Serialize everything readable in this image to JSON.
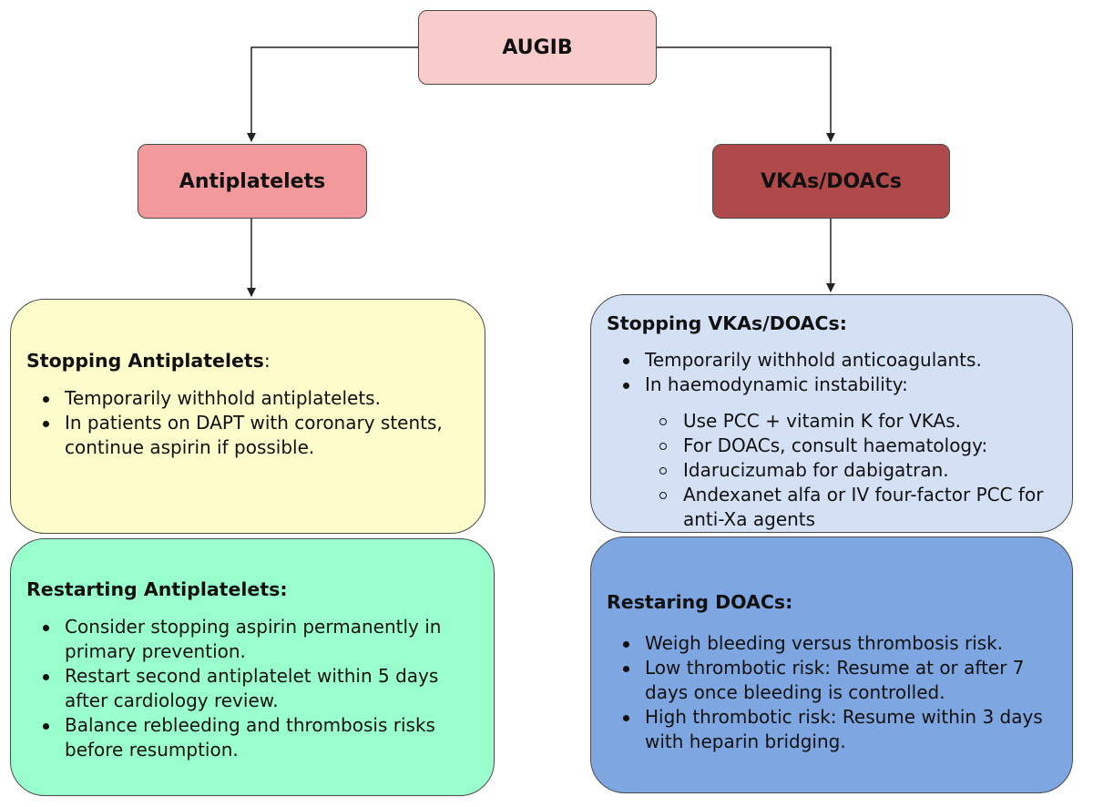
{
  "root": {
    "label": "AUGIB"
  },
  "antiplatelets": {
    "label": "Antiplatelets",
    "stopping": {
      "title": "Stopping Antiplatelets",
      "title_suffix": ":",
      "items": [
        "Temporarily withhold antiplatelets.",
        "In patients on DAPT with coronary stents, continue aspirin if possible."
      ]
    },
    "restarting": {
      "title": "Restarting Antiplatelets:",
      "items": [
        "Consider stopping aspirin permanently in primary prevention.",
        "Restart second antiplatelet within 5 days after cardiology review.",
        "Balance rebleeding and thrombosis risks before resumption."
      ]
    }
  },
  "anticoagulants": {
    "label": "VKAs/DOACs",
    "stopping": {
      "title": "Stopping VKAs/DOACs:",
      "items": [
        "Temporarily withhold anticoagulants.",
        "In haemodynamic instability:"
      ],
      "subitems": [
        "Use PCC + vitamin K for VKAs.",
        "For DOACs, consult haematology:",
        "Idarucizumab for dabigatran.",
        "Andexanet alfa or IV four-factor PCC for anti-Xa agents"
      ]
    },
    "restarting": {
      "title": "Restaring DOACs:",
      "items": [
        "Weigh bleeding versus thrombosis risk.",
        "Low thrombotic risk: Resume at or after 7 days once bleeding is controlled.",
        "High thrombotic risk: Resume within 3 days with heparin bridging."
      ]
    }
  },
  "colors": {
    "root_fill": "#f9cccc",
    "antiplatelets_fill": "#f1999b",
    "anticoagulants_fill": "#b04a4a",
    "stop_antiplatelets_fill": "#fdfdcc",
    "restart_antiplatelets_fill": "#99ffcc",
    "stop_anticoagulants_fill": "#d4e1f4",
    "restart_anticoagulants_fill": "#7ea6e0"
  }
}
